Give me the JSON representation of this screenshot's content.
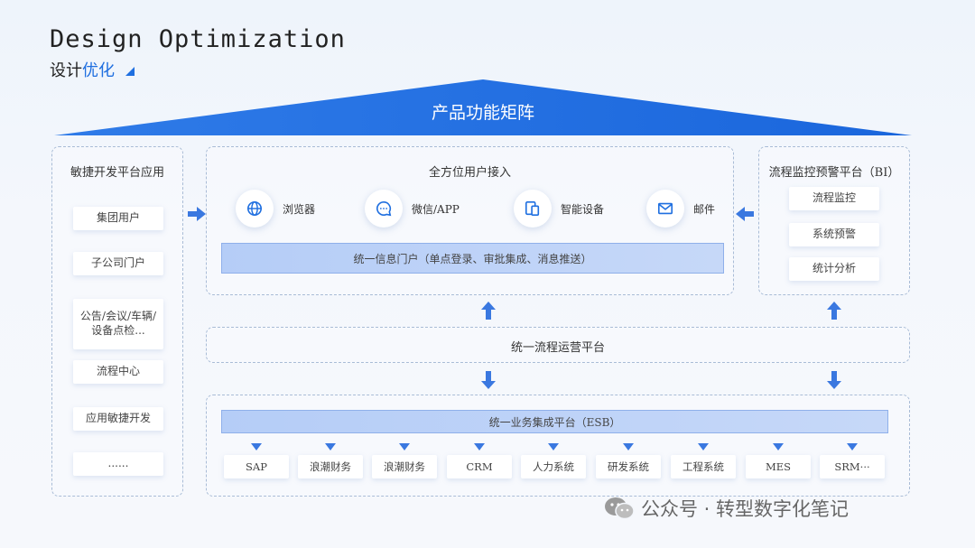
{
  "title": {
    "en": "Design Optimization",
    "cn_plain": "设计",
    "cn_highlight": "优化"
  },
  "roof_label": "产品功能矩阵",
  "left_panel": {
    "title": "敏捷开发平台应用",
    "items": [
      "集团用户",
      "子公司门户",
      "公告/会议/车辆/设备点检...",
      "流程中心",
      "应用敏捷开发",
      "......"
    ]
  },
  "center_top": {
    "title": "全方位用户接入",
    "channels": [
      {
        "label": "浏览器",
        "icon": "globe-icon"
      },
      {
        "label": "微信/APP",
        "icon": "chat-icon"
      },
      {
        "label": "智能设备",
        "icon": "device-icon"
      },
      {
        "label": "邮件",
        "icon": "mail-icon"
      }
    ],
    "portal_bar": "统一信息门户（单点登录、审批集成、消息推送）"
  },
  "right_panel": {
    "title": "流程监控预警平台（BI）",
    "items": [
      "流程监控",
      "系统预警",
      "统计分析"
    ]
  },
  "process_platform": "统一流程运营平台",
  "esb": {
    "bar": "统一业务集成平台（ESB）",
    "systems": [
      "SAP",
      "浪潮财务",
      "浪潮财务",
      "CRM",
      "人力系统",
      "研发系统",
      "工程系统",
      "MES",
      "SRM···"
    ]
  },
  "watermark": "公众号 · 转型数字化笔记",
  "colors": {
    "accent": "#1f6fe0",
    "arrow": "#3a78e0",
    "bar": "#b5cdf7"
  }
}
